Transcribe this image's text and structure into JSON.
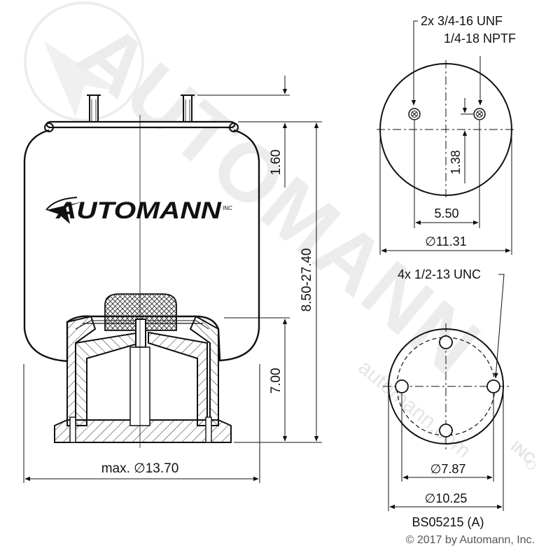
{
  "watermark": {
    "brand": "AUTOMANN",
    "site": "automann.com",
    "inc": "INC"
  },
  "logo": {
    "text": "AUTOMANN",
    "inc": "INC"
  },
  "dimensions": {
    "height_top": "1.60",
    "height_range": "8.50-27.40",
    "piston_height": "7.00",
    "max_diameter": "max. ∅13.70",
    "top_stud_spacing": "5.50",
    "top_offset": "1.38",
    "top_plate_diameter": "∅11.31",
    "bottom_bolt_circle": "∅7.87",
    "bottom_diameter": "∅10.25"
  },
  "callouts": {
    "top_studs": "2x 3/4-16 UNF",
    "air_fitting": "1/4-18 NPTF",
    "bottom_threads": "4x 1/2-13 UNC"
  },
  "part_number": "BS05215 (A)",
  "copyright": "© 2017 by Automann, Inc."
}
